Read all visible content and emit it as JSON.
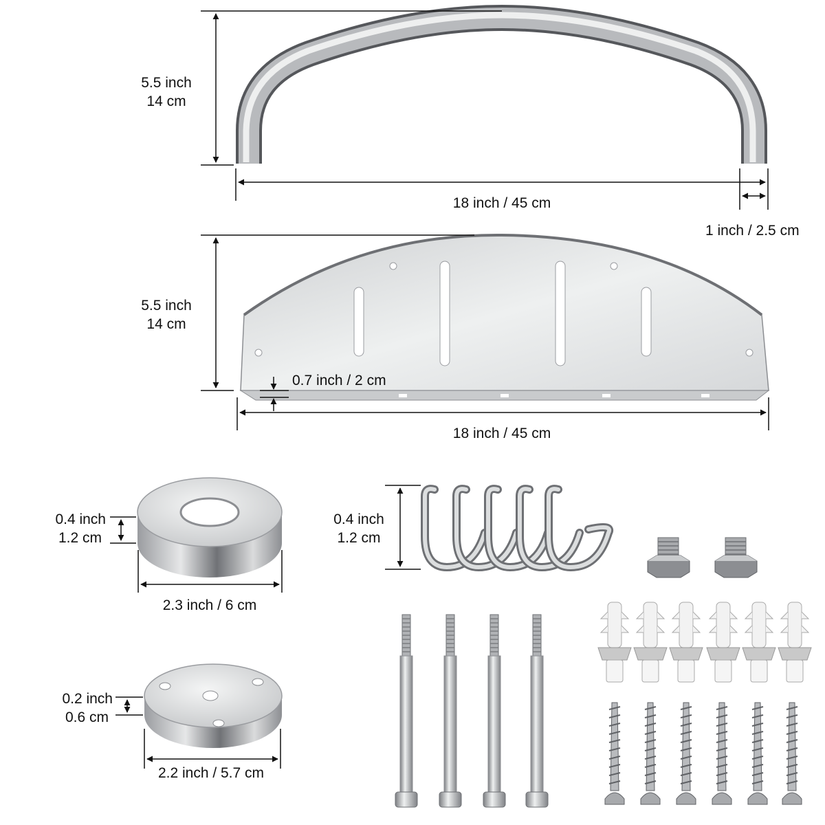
{
  "handle": {
    "height_inch": "5.5 inch",
    "height_cm": "14 cm",
    "width": "18 inch / 45 cm",
    "leg_width": "1 inch / 2.5 cm"
  },
  "basket": {
    "height_inch": "5.5 inch",
    "height_cm": "14 cm",
    "lip": "0.7 inch / 2 cm",
    "width": "18 inch / 45 cm"
  },
  "flange": {
    "height_inch": "0.4 inch",
    "height_cm": "1.2 cm",
    "diameter": "2.3 inch / 6 cm"
  },
  "hooks": {
    "height_inch": "0.4 inch",
    "height_cm": "1.2 cm",
    "count": 5
  },
  "base_plate": {
    "height_inch": "0.2 inch",
    "height_cm": "0.6 cm",
    "diameter": "2.2 inch / 5.7 cm"
  },
  "hardware": {
    "long_bolts": 4,
    "nuts": 2,
    "wall_anchors": 6,
    "screws": 6
  },
  "colors": {
    "steel_dark": "#6e7074",
    "steel_mid": "#b9bbbe",
    "steel_light": "#eceded",
    "dimension_line": "#111111"
  }
}
